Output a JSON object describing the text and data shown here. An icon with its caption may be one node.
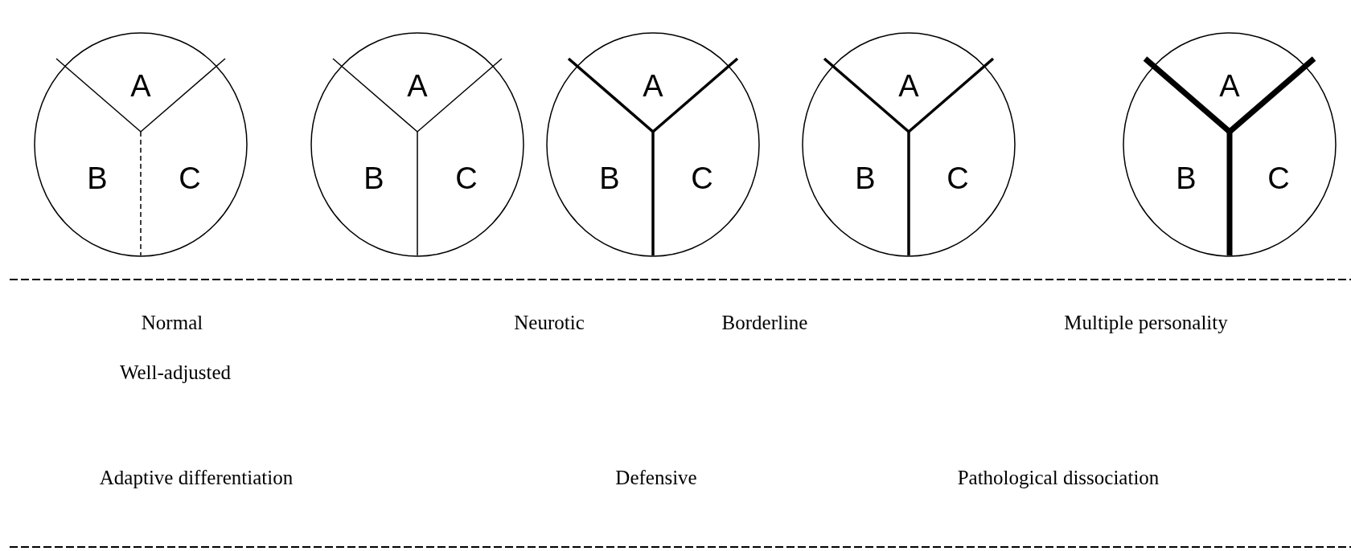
{
  "diagram": {
    "nodes": [
      {
        "text": [
          "A",
          "B",
          "C"
        ]
      },
      {
        "text": [
          "A",
          "B",
          "C"
        ]
      },
      {
        "text": [
          "A",
          "B",
          "C"
        ]
      },
      {
        "text": [
          "A",
          "B",
          "C"
        ]
      },
      {
        "text": [
          "A",
          "B",
          "C"
        ]
      }
    ],
    "labels": [
      "Normal",
      "Well-adjusted",
      "Neurotic",
      "Borderline",
      "Multiple personality",
      "Adaptive differentiation",
      "Defensive",
      "Pathological dissociation"
    ]
  }
}
